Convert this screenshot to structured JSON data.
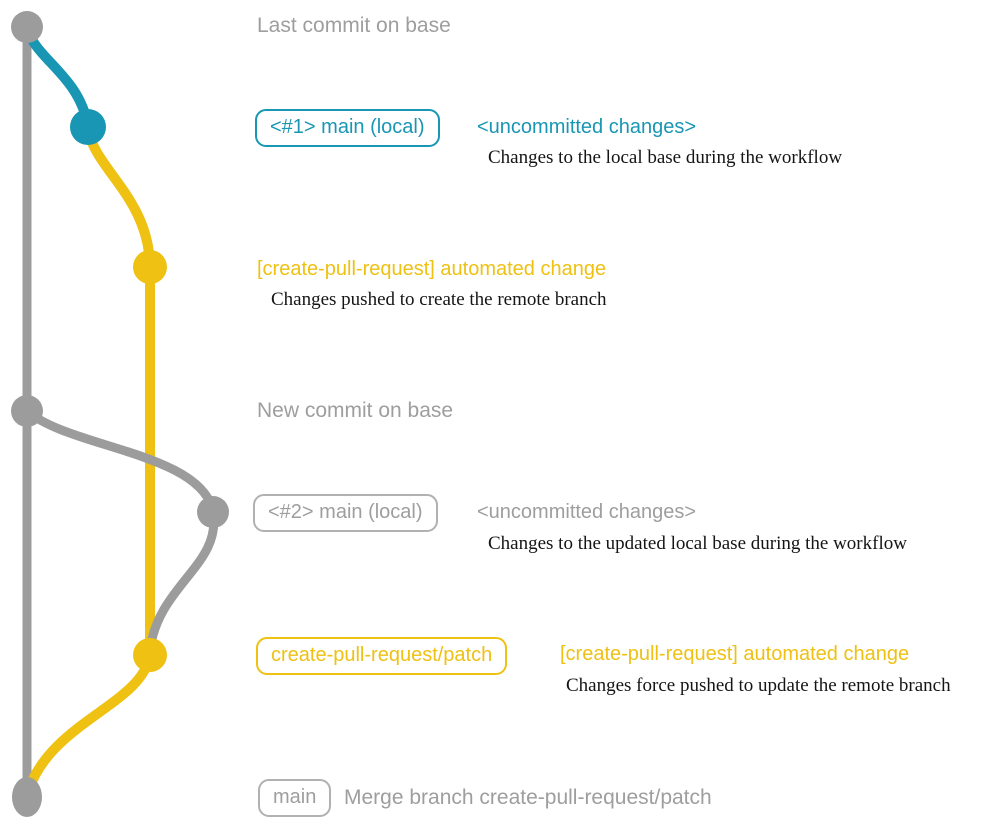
{
  "colors": {
    "gray": "#9c9c9c",
    "gray_text": "#9e9e9e",
    "gray_border": "#b1b1b1",
    "blue": "#1996b4",
    "yellow": "#eec112",
    "ink": "#151515",
    "background": "#ffffff"
  },
  "graph": {
    "type": "git-branch-diagram",
    "branches": [
      {
        "name": "base",
        "color": "#9c9c9c"
      },
      {
        "name": "main (local)",
        "color": "#1996b4"
      },
      {
        "name": "create-pull-request/patch",
        "color": "#eec112"
      }
    ],
    "commits": [
      {
        "id": "base-tip",
        "branch": "base",
        "color": "#9c9c9c",
        "label": "Last commit on base"
      },
      {
        "id": "local-main-1",
        "branch": "main (local)",
        "color": "#1996b4",
        "label": "<#1> main (local) <uncommitted changes>"
      },
      {
        "id": "patch-1",
        "branch": "create-pull-request/patch",
        "color": "#eec112",
        "label": "[create-pull-request] automated change"
      },
      {
        "id": "base-new",
        "branch": "base",
        "color": "#9c9c9c",
        "label": "New commit on base"
      },
      {
        "id": "local-main-2",
        "branch": "main (local)",
        "color": "#9c9c9c",
        "label": "<#2> main (local) <uncommitted changes>"
      },
      {
        "id": "patch-2",
        "branch": "create-pull-request/patch",
        "color": "#eec112",
        "label": "[create-pull-request] automated change (force pushed)"
      },
      {
        "id": "merge",
        "branch": "base",
        "color": "#9c9c9c",
        "label": "Merge branch create-pull-request/patch"
      }
    ]
  },
  "annotations": {
    "last_commit": "Last commit on base",
    "row1": {
      "badge": "<#1> main (local)",
      "title": "<uncommitted changes>",
      "desc": "Changes to the local base during the workflow"
    },
    "row2": {
      "title": "[create-pull-request] automated change",
      "desc": "Changes pushed to create the remote branch"
    },
    "new_commit": "New commit on base",
    "row3": {
      "badge": "<#2> main (local)",
      "title": "<uncommitted changes>",
      "desc": "Changes to the updated local base during the workflow"
    },
    "row4": {
      "badge": "create-pull-request/patch",
      "title": "[create-pull-request] automated change",
      "desc": "Changes force pushed to update the remote branch"
    },
    "row5": {
      "badge": "main",
      "title": "Merge branch create-pull-request/patch"
    }
  }
}
